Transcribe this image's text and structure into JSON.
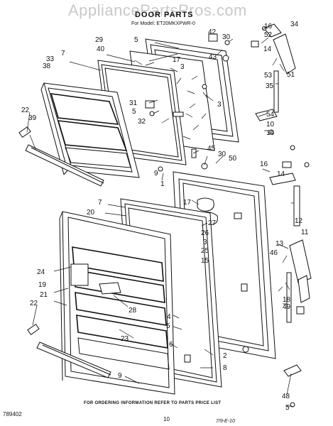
{
  "header": {
    "watermark": "AppliancePartsPros.com",
    "title": "DOOR PARTS",
    "model_line": "For Model: ET20MKXPWR-0"
  },
  "footer": {
    "note": "FOR ORDERING INFORMATION REFER TO PARTS PRICE LIST",
    "doc_number": "789402",
    "page_number": "10",
    "date_code": "7/9-E-10"
  },
  "callouts": [
    {
      "id": "c16a",
      "label": "16"
    },
    {
      "id": "c42",
      "label": "42"
    },
    {
      "id": "c30a",
      "label": "30"
    },
    {
      "id": "c52",
      "label": "52"
    },
    {
      "id": "c34",
      "label": "34"
    },
    {
      "id": "c29",
      "label": "29"
    },
    {
      "id": "c5a",
      "label": "5"
    },
    {
      "id": "c40",
      "label": "40"
    },
    {
      "id": "c43",
      "label": "43"
    },
    {
      "id": "c14a",
      "label": "14"
    },
    {
      "id": "c17a",
      "label": "17"
    },
    {
      "id": "c3a",
      "label": "3"
    },
    {
      "id": "c53",
      "label": "53"
    },
    {
      "id": "c51",
      "label": "51"
    },
    {
      "id": "c33",
      "label": "33"
    },
    {
      "id": "c7a",
      "label": "7"
    },
    {
      "id": "c38",
      "label": "38"
    },
    {
      "id": "c35",
      "label": "35"
    },
    {
      "id": "c31",
      "label": "31"
    },
    {
      "id": "c5b",
      "label": "5"
    },
    {
      "id": "c32",
      "label": "32"
    },
    {
      "id": "c3b",
      "label": "3"
    },
    {
      "id": "c22a",
      "label": "22"
    },
    {
      "id": "c39",
      "label": "39"
    },
    {
      "id": "c54",
      "label": "54"
    },
    {
      "id": "c10a",
      "label": "10"
    },
    {
      "id": "c16b",
      "label": "16"
    },
    {
      "id": "c45",
      "label": "45"
    },
    {
      "id": "c30b",
      "label": "30"
    },
    {
      "id": "c50",
      "label": "50"
    },
    {
      "id": "c16c",
      "label": "16"
    },
    {
      "id": "c14b",
      "label": "14"
    },
    {
      "id": "c9a",
      "label": "9"
    },
    {
      "id": "c1",
      "label": "1"
    },
    {
      "id": "c7b",
      "label": "7"
    },
    {
      "id": "c20",
      "label": "20"
    },
    {
      "id": "c17b",
      "label": "17"
    },
    {
      "id": "c12",
      "label": "12"
    },
    {
      "id": "c27",
      "label": "27"
    },
    {
      "id": "c26",
      "label": "26"
    },
    {
      "id": "c3c",
      "label": "3"
    },
    {
      "id": "c11",
      "label": "11"
    },
    {
      "id": "c25",
      "label": "25"
    },
    {
      "id": "c15",
      "label": "15"
    },
    {
      "id": "c13",
      "label": "13"
    },
    {
      "id": "c46",
      "label": "46"
    },
    {
      "id": "c24",
      "label": "24"
    },
    {
      "id": "c19",
      "label": "19"
    },
    {
      "id": "c21",
      "label": "21"
    },
    {
      "id": "c28",
      "label": "28"
    },
    {
      "id": "c22b",
      "label": "22"
    },
    {
      "id": "c49",
      "label": "49"
    },
    {
      "id": "c4",
      "label": "4"
    },
    {
      "id": "c5c",
      "label": "5"
    },
    {
      "id": "c18",
      "label": "18"
    },
    {
      "id": "c23",
      "label": "23"
    },
    {
      "id": "c6",
      "label": "6"
    },
    {
      "id": "c2",
      "label": "2"
    },
    {
      "id": "c8",
      "label": "8"
    },
    {
      "id": "c9b",
      "label": "9"
    },
    {
      "id": "c48",
      "label": "48"
    },
    {
      "id": "c5d",
      "label": "5"
    }
  ]
}
